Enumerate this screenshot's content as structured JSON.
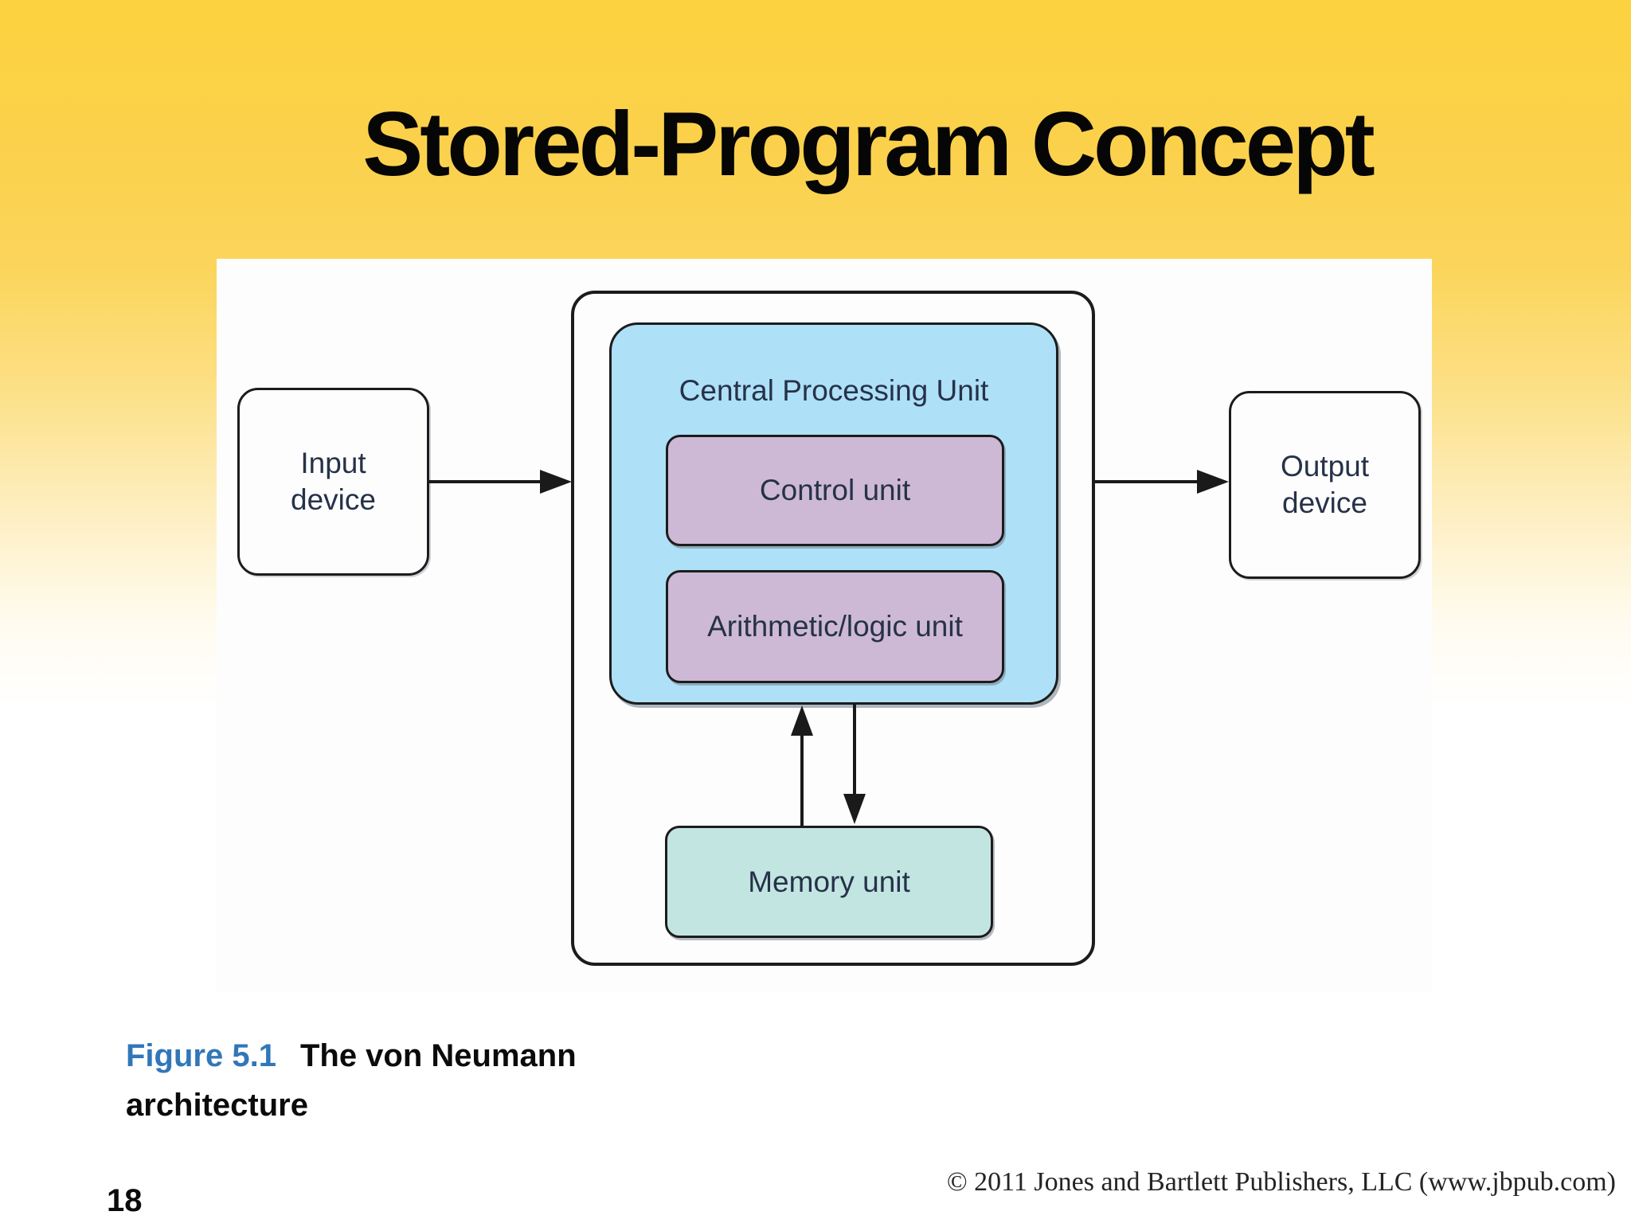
{
  "slide": {
    "title": "Stored-Program Concept",
    "page_number": "18",
    "copyright": "© 2011 Jones and Bartlett Publishers, LLC (www.jbpub.com)"
  },
  "caption": {
    "figure_label": "Figure 5.1",
    "figure_name": "The von Neumann",
    "figure_name_line2": "architecture"
  },
  "diagram": {
    "input_device": {
      "line1": "Input",
      "line2": "device"
    },
    "cpu": {
      "label": "Central Processing Unit"
    },
    "control_unit": {
      "label": "Control unit"
    },
    "alu": {
      "label": "Arithmetic/logic unit"
    },
    "memory_unit": {
      "label": "Memory unit"
    },
    "output_device": {
      "line1": "Output",
      "line2": "device"
    }
  },
  "colors": {
    "background_gold": "#fcd23f",
    "panel_white": "#fdfdfd",
    "cpu_fill": "#aee0f7",
    "unit_fill": "#cdb9d6",
    "memory_fill": "#c3e5e2",
    "diagram_label": "#263249",
    "figure_label_blue": "#3177b8",
    "line_black": "#1a1a1a"
  }
}
